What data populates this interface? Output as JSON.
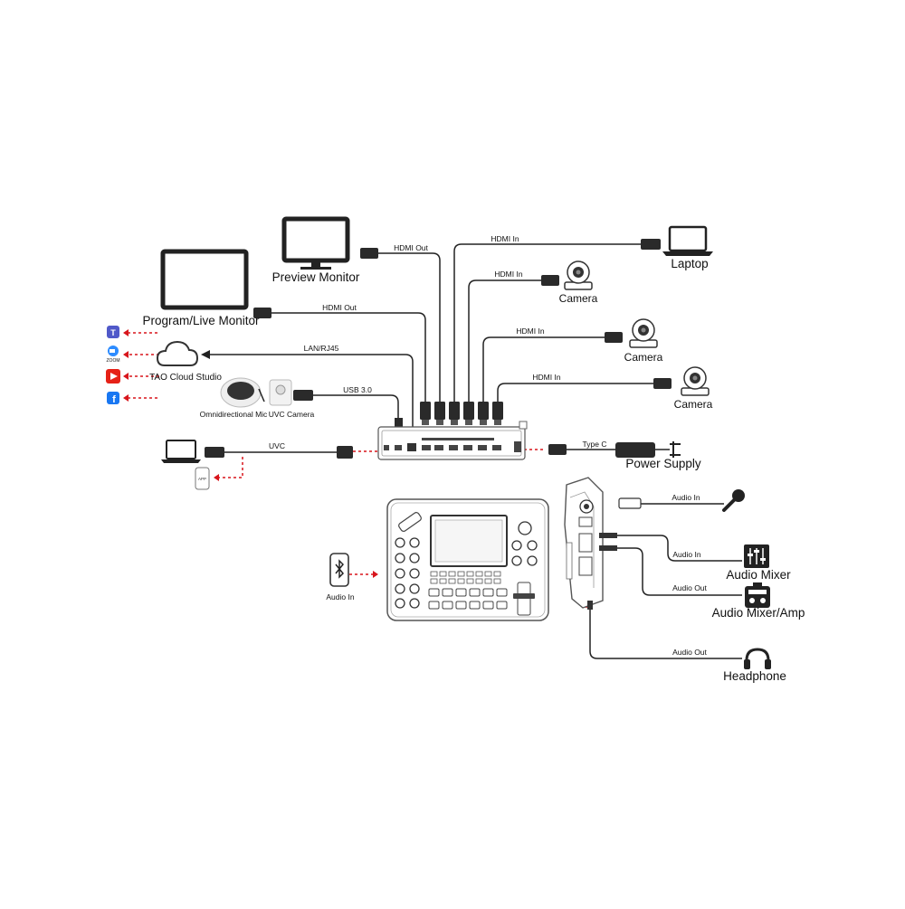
{
  "devices": {
    "program_monitor": "Program/Live Monitor",
    "preview_monitor": "Preview Monitor",
    "laptop_top": "Laptop",
    "camera": "Camera",
    "cloud_studio": "TAO Cloud Studio",
    "omni_mic": "Omnidirectional Mic",
    "uvc_camera": "UVC Camera",
    "power_supply": "Power Supply",
    "audio_mixer": "Audio Mixer",
    "audio_mixer_amp": "Audio Mixer/Amp",
    "headphone": "Headphone",
    "bluetooth_audio_in": "Audio In",
    "app_badge": "APP",
    "zoom_badge": "ZOOM"
  },
  "connections": {
    "hdmi_out": "HDMI Out",
    "hdmi_in": "HDMI In",
    "lan": "LAN/RJ45",
    "usb": "USB 3.0",
    "uvc": "UVC",
    "type_c": "Type C",
    "audio_in": "Audio In",
    "audio_out": "Audio Out"
  },
  "colors": {
    "accent_red": "#d8151c",
    "line": "#222222",
    "youtube": "#e62117",
    "facebook": "#1877f2",
    "teams": "#5059c9",
    "zoom": "#2d8cff"
  }
}
